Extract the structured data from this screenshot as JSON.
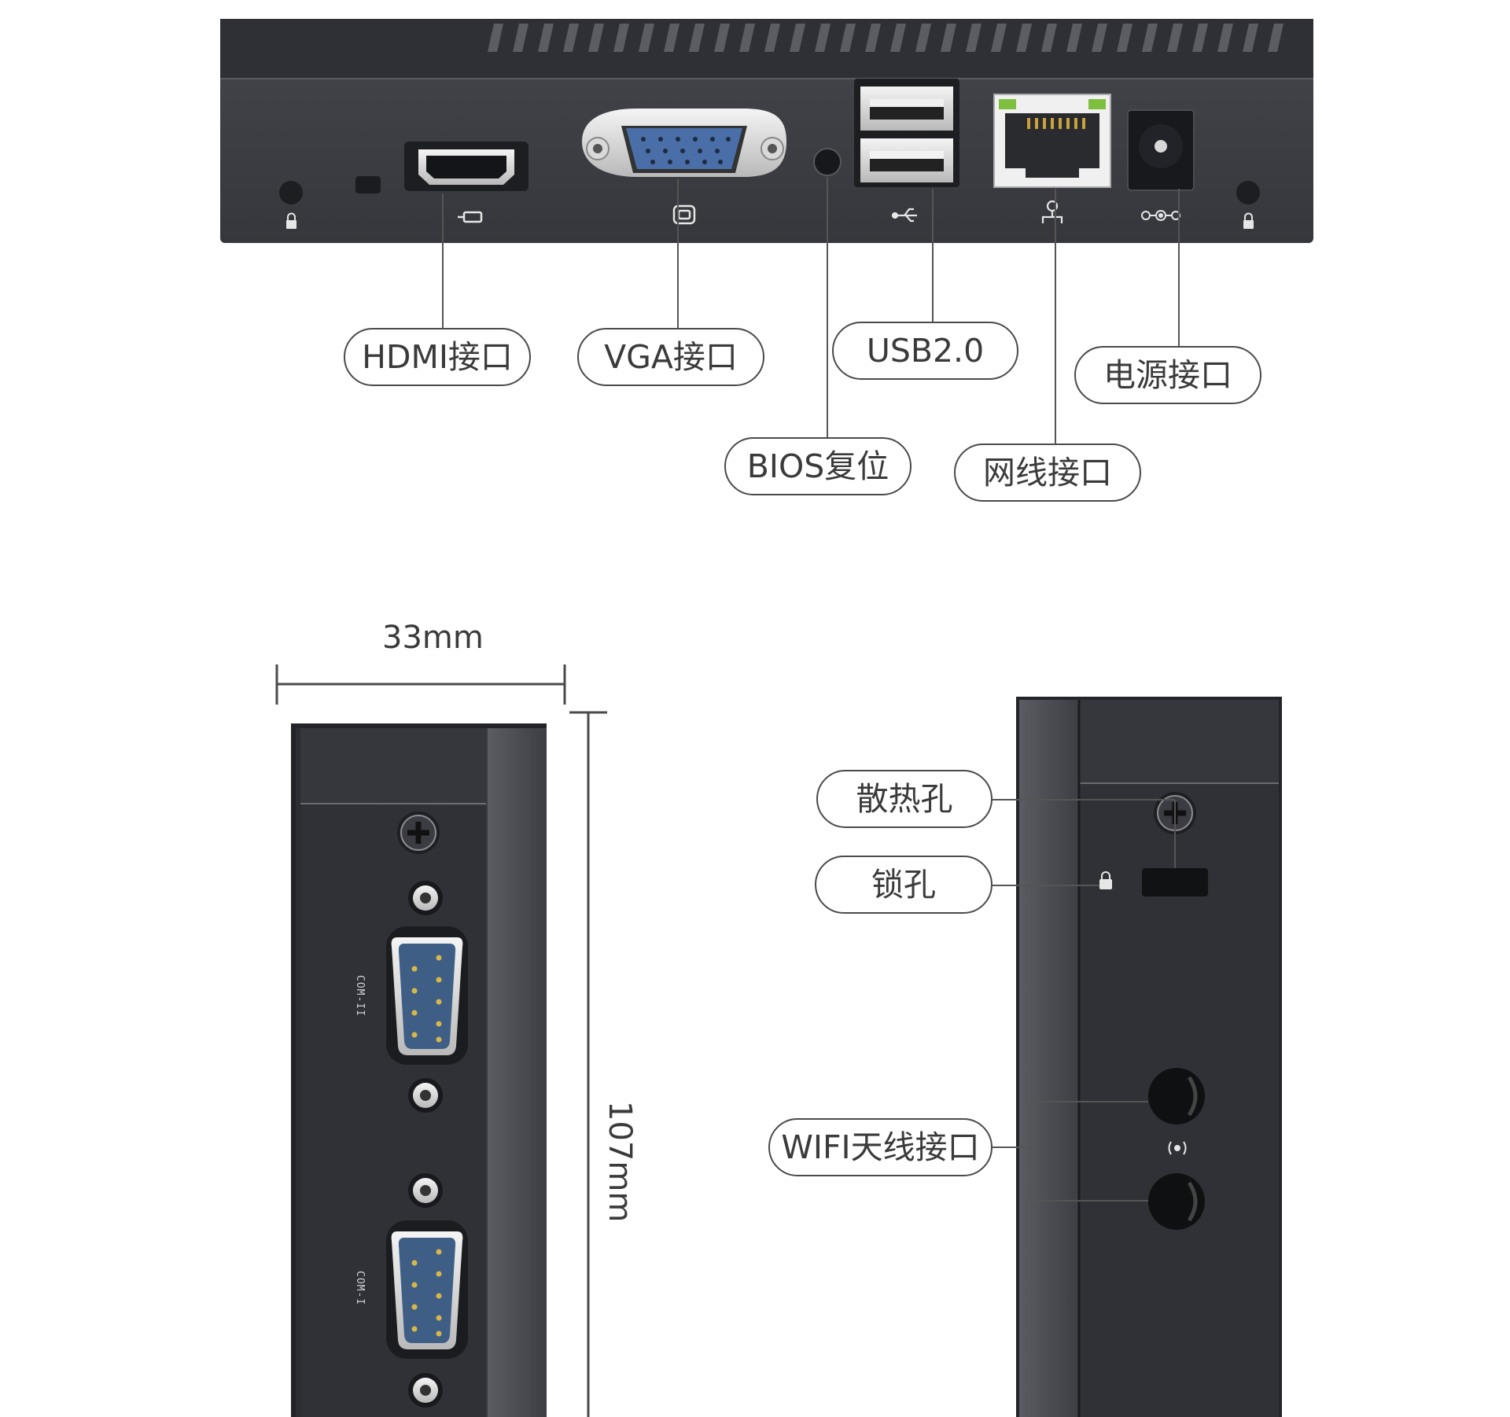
{
  "top_view": {
    "callouts": {
      "hdmi": "HDMI接口",
      "vga": "VGA接口",
      "usb": "USB2.0",
      "power": "电源接口",
      "bios": "BIOS复位",
      "lan": "网线接口"
    }
  },
  "side_left": {
    "width_label": "33mm",
    "height_label": "107mm",
    "com_labels": [
      "COM-II",
      "COM-I"
    ]
  },
  "side_right": {
    "callouts": {
      "vent": "散热孔",
      "lock": "锁孔",
      "wifi": "WIFI天线接口"
    }
  },
  "colors": {
    "chassis": "#3b3d43",
    "chassis_dark": "#2c2e33",
    "label_border": "#4a4a4a",
    "label_text": "#3a3a3a",
    "vga_blue": "#4a6ea8",
    "serial_blue": "#3f5e86",
    "led_green": "#7fbf3f"
  }
}
